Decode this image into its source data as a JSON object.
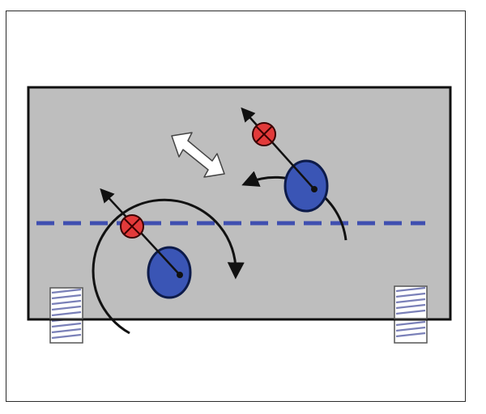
{
  "figure": {
    "colors": {
      "plate_fill": "#bebebe",
      "plate_stroke": "#111111",
      "centerline": "#3f4fb0",
      "rotor_fill": "#3a55b5",
      "rotor_stroke": "#0d1b4a",
      "marker_fill": "#e23a3a",
      "marker_stroke": "#3a0000",
      "arc": "#111111",
      "double_arrow_fill": "#ffffff",
      "spring_coil": "#7a80b8"
    },
    "icons": {
      "rotors": "filled-ellipse-with-pivot",
      "markers": "circle-x-marker",
      "rotation": "curved-arrow",
      "motion": "double-headed-arrow",
      "supports": "coil-spring"
    }
  }
}
